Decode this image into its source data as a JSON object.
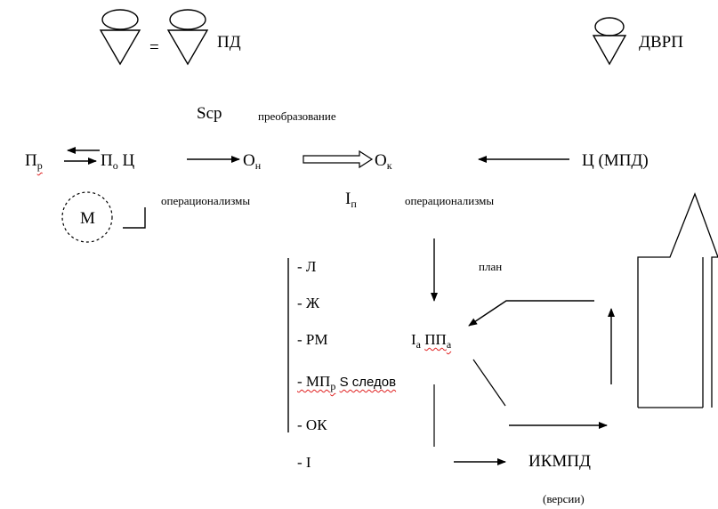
{
  "header": {
    "equals": "=",
    "pd": "ПД",
    "dvrp": "ДВРП"
  },
  "labels": {
    "scp": "Scp",
    "preobrazovanie": "преобразование",
    "operacionalizmy_left": "операционализмы",
    "i_p_main": "I",
    "i_p_sub": "п",
    "operacionalizmy_right": "операционализмы",
    "plan": "план"
  },
  "row": {
    "p_main": "П",
    "p_sub": "р",
    "po_main": "П",
    "po_sub": "о",
    "po_c": "Ц",
    "on_main": "О",
    "on_sub": "н",
    "ok_main": "О",
    "ok_sub": "к",
    "c_mpd": "Ц (МПД)"
  },
  "circle_label": "М",
  "list": {
    "items": [
      "- Л",
      "- Ж",
      "- РМ",
      "- МП",
      "- ОК",
      "- I"
    ],
    "mp_sub": "р",
    "mp_suffix": "S следов"
  },
  "ia": {
    "main": "I",
    "sub_a": "а",
    "pp": "ПП",
    "pp_sub": "а"
  },
  "result": {
    "ikmpd": "ИКМПД",
    "versii": "(версии)"
  }
}
